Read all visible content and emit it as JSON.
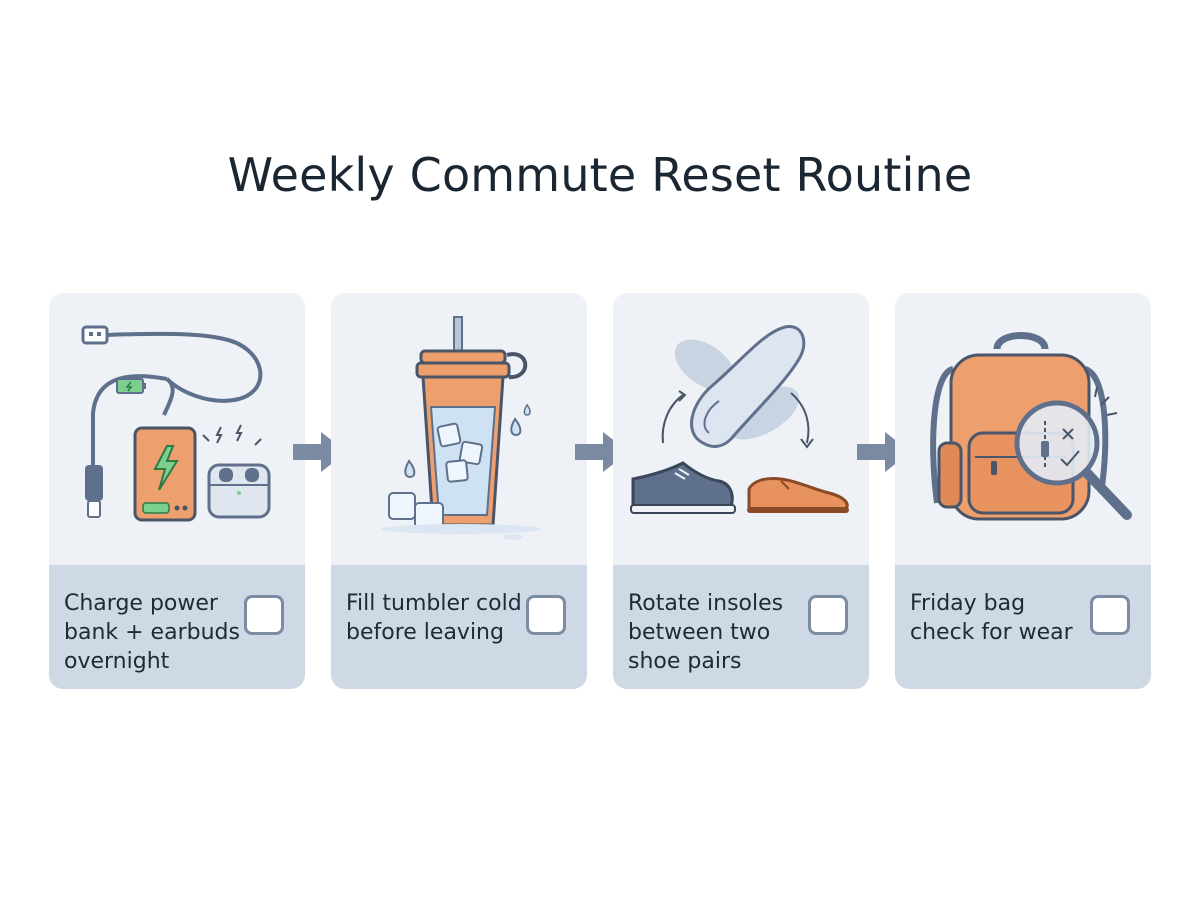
{
  "title": "Weekly Commute Reset Routine",
  "steps": [
    {
      "label": "Charge power bank + earbuds overnight",
      "checked": false,
      "icon": "power-bank-earbuds-icon"
    },
    {
      "label": "Fill tumbler cold before leaving",
      "checked": false,
      "icon": "tumbler-ice-icon"
    },
    {
      "label": "Rotate insoles between two shoe pairs",
      "checked": false,
      "icon": "insole-shoes-icon"
    },
    {
      "label": "Friday bag check for wear",
      "checked": false,
      "icon": "backpack-magnifier-icon"
    }
  ],
  "colors": {
    "card_bg": "#eef2f7",
    "footer_bg": "#cfd9e6",
    "accent_orange": "#ee9f6e",
    "accent_slate": "#5f708c",
    "arrow": "#7b8aa3"
  }
}
